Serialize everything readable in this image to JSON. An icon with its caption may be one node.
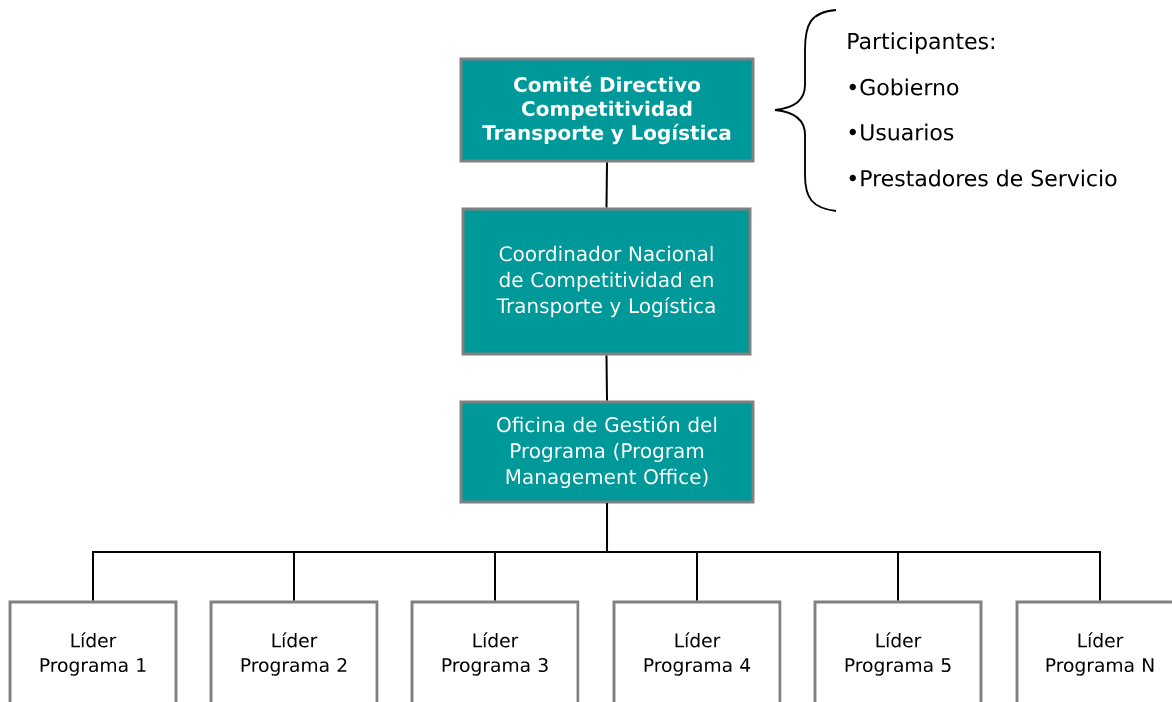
{
  "diagram": {
    "nodes": [
      {
        "text": [
          "Comité Directivo Competitividad Transporte y Logística"
        ]
      },
      {
        "text": [
          "Coordinador Nacional de Competitividad en Transporte y Logística"
        ]
      },
      {
        "text": [
          "Oficina de Gestión del Programa (Program Management Office)"
        ]
      },
      {
        "text": [
          "Líder Programa 1"
        ]
      },
      {
        "text": [
          "Líder Programa 2"
        ]
      },
      {
        "text": [
          "Líder Programa 3"
        ]
      },
      {
        "text": [
          "Líder Programa 4"
        ]
      },
      {
        "text": [
          "Líder Programa 5"
        ]
      },
      {
        "text": [
          "Líder Programa N"
        ]
      }
    ],
    "edges": [
      {
        "from": 0,
        "to": 1,
        "arrow": "none"
      },
      {
        "from": 1,
        "to": 2,
        "arrow": "none"
      },
      {
        "from": 2,
        "to": 3,
        "arrow": "none"
      },
      {
        "from": 2,
        "to": 4,
        "arrow": "none"
      },
      {
        "from": 2,
        "to": 5,
        "arrow": "none"
      },
      {
        "from": 2,
        "to": 6,
        "arrow": "none"
      },
      {
        "from": 2,
        "to": 7,
        "arrow": "none"
      },
      {
        "from": 2,
        "to": 8,
        "arrow": "none"
      }
    ],
    "labels": [
      "Participantes:",
      "•Gobierno",
      "•Usuarios",
      "•Prestadores de Servicio"
    ]
  }
}
